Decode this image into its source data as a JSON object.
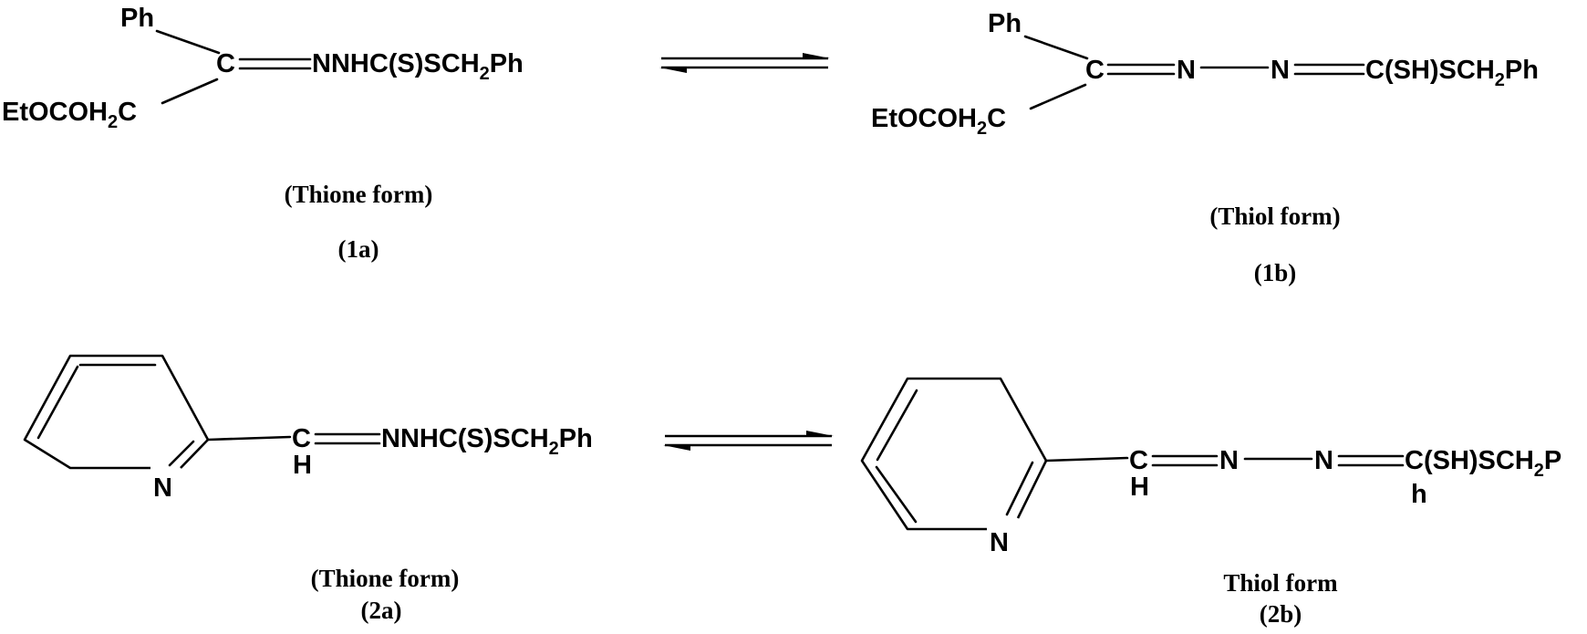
{
  "scheme_1": {
    "thione": {
      "ph": "Ph",
      "carbon": "C",
      "hydrazone_tail": "NNHC(S)SCH",
      "tail_sub": "2",
      "tail_end": "Ph",
      "ester": "EtOCOH",
      "ester_sub": "2",
      "ester_end": "C",
      "caption": "(Thione form)",
      "label": "(1a)"
    },
    "thiol": {
      "ph": "Ph",
      "carbon": "C",
      "n1": "N",
      "n2": "N",
      "tail": "C(SH)SCH",
      "tail_sub": "2",
      "tail_end": "Ph",
      "ester": "EtOCOH",
      "ester_sub": "2",
      "ester_end": "C",
      "caption": "(Thiol form)",
      "label": "(1b)"
    }
  },
  "scheme_2": {
    "thione": {
      "ring_n": "N",
      "carbon": "C",
      "carbon_h": "H",
      "hydrazone_tail": "NNHC(S)SCH",
      "tail_sub": "2",
      "tail_end": "Ph",
      "caption": "(Thione form)",
      "label": "(2a)"
    },
    "thiol": {
      "ring_n": "N",
      "carbon": "C",
      "carbon_h": "H",
      "n1": "N",
      "n2": "N",
      "tail": "C(SH)SCH",
      "tail_sub": "2",
      "tail_end": "P",
      "tail_wrap": "h",
      "caption": "Thiol form",
      "label": "(2b)"
    }
  }
}
